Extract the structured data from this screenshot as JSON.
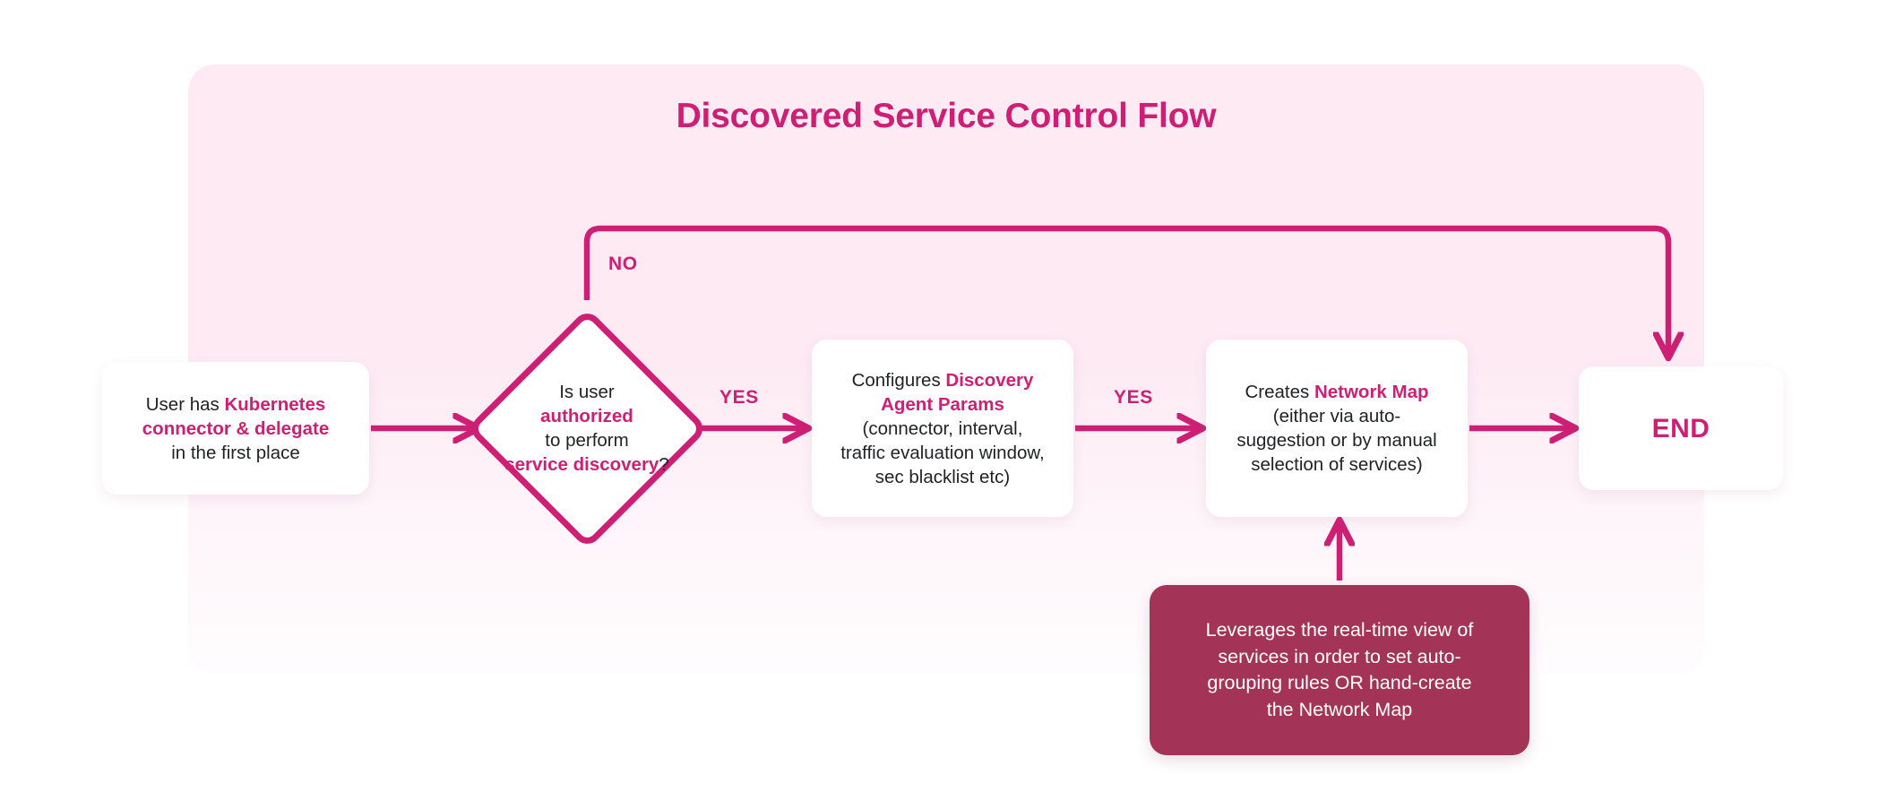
{
  "diagram": {
    "title": "Discovered Service Control Flow",
    "type": "flowchart",
    "colors": {
      "accent": "#cd1f74",
      "panel_bg": "#fdeaf3",
      "node_bg": "#ffffff",
      "note_bg": "#a33357",
      "note_text": "#ffffff",
      "body_text": "#1f2124",
      "page_bg": "#ffffff"
    }
  },
  "nodes": {
    "start": {
      "id": "start",
      "shape": "rounded-rect",
      "lines": [
        {
          "segments": [
            {
              "text": "User has ",
              "emphasis": false
            },
            {
              "text": "Kubernetes",
              "emphasis": true
            }
          ]
        },
        {
          "segments": [
            {
              "text": "connector & delegate",
              "emphasis": true
            }
          ]
        },
        {
          "segments": [
            {
              "text": "in the first place",
              "emphasis": false
            }
          ]
        }
      ],
      "plain_text": "User has Kubernetes connector & delegate in the first place"
    },
    "decision": {
      "id": "decision",
      "shape": "diamond",
      "lines": [
        {
          "segments": [
            {
              "text": "Is user",
              "emphasis": false
            }
          ]
        },
        {
          "segments": [
            {
              "text": "authorized",
              "emphasis": true
            }
          ]
        },
        {
          "segments": [
            {
              "text": "to perform",
              "emphasis": false
            }
          ]
        },
        {
          "segments": [
            {
              "text": "service discovery",
              "emphasis": true
            },
            {
              "text": "?",
              "emphasis": false
            }
          ]
        }
      ],
      "plain_text": "Is user authorized to perform service discovery?"
    },
    "configure": {
      "id": "configure",
      "shape": "rounded-rect",
      "lines": [
        {
          "segments": [
            {
              "text": "Configures ",
              "emphasis": false
            },
            {
              "text": "Discovery",
              "emphasis": true
            }
          ]
        },
        {
          "segments": [
            {
              "text": "Agent Params",
              "emphasis": true
            }
          ]
        },
        {
          "segments": [
            {
              "text": "(connector, interval,",
              "emphasis": false
            }
          ]
        },
        {
          "segments": [
            {
              "text": "traffic evaluation window,",
              "emphasis": false
            }
          ]
        },
        {
          "segments": [
            {
              "text": "sec blacklist etc)",
              "emphasis": false
            }
          ]
        }
      ],
      "plain_text": "Configures Discovery Agent Params (connector, interval, traffic evaluation window, sec blacklist etc)"
    },
    "networkmap": {
      "id": "networkmap",
      "shape": "rounded-rect",
      "lines": [
        {
          "segments": [
            {
              "text": "Creates ",
              "emphasis": false
            },
            {
              "text": "Network Map",
              "emphasis": true
            }
          ]
        },
        {
          "segments": [
            {
              "text": "(either via auto-",
              "emphasis": false
            }
          ]
        },
        {
          "segments": [
            {
              "text": "suggestion or by manual",
              "emphasis": false
            }
          ]
        },
        {
          "segments": [
            {
              "text": "selection of services)",
              "emphasis": false
            }
          ]
        }
      ],
      "plain_text": "Creates Network Map (either via auto-suggestion or by manual selection of services)"
    },
    "end": {
      "id": "end",
      "shape": "rounded-rect",
      "label": "END"
    },
    "note": {
      "id": "note",
      "shape": "rounded-rect-filled",
      "lines": [
        "Leverages the real-time view of",
        "services in order to set auto-",
        "grouping rules OR hand-create",
        "the Network Map"
      ],
      "plain_text": "Leverages the real-time view of services in order to set auto-grouping rules OR hand-create the Network Map"
    }
  },
  "edges": [
    {
      "id": "start-to-decision",
      "from": "start",
      "to": "decision",
      "label": ""
    },
    {
      "id": "decision-no-to-end",
      "from": "decision",
      "to": "end",
      "label": "NO"
    },
    {
      "id": "decision-yes-to-configure",
      "from": "decision",
      "to": "configure",
      "label": "YES"
    },
    {
      "id": "configure-yes-to-networkmap",
      "from": "configure",
      "to": "networkmap",
      "label": "YES"
    },
    {
      "id": "networkmap-to-end",
      "from": "networkmap",
      "to": "end",
      "label": ""
    },
    {
      "id": "note-to-networkmap",
      "from": "note",
      "to": "networkmap",
      "label": ""
    }
  ],
  "edge_labels": {
    "no": "NO",
    "yes_1": "YES",
    "yes_2": "YES"
  }
}
